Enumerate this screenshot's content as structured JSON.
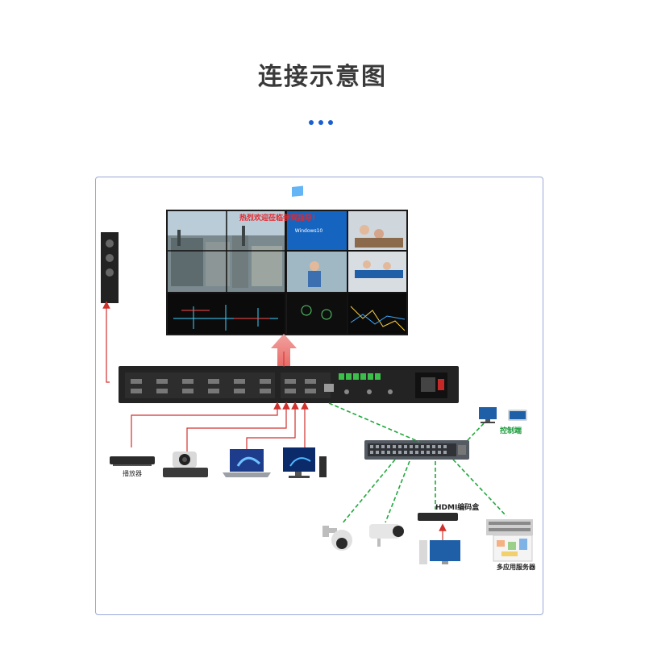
{
  "header": {
    "title": "连接示意图"
  },
  "video_wall": {
    "banner_text": "热烈欢迎莅临参观指导!",
    "windows_text": "Windows10"
  },
  "devices": {
    "player_label": "播放器",
    "control_label": "控制端",
    "encoder_label": "HDMI编码盒",
    "servers_label": "多应用服务器"
  },
  "colors": {
    "accent_blue": "#1a5fd0",
    "signal_red": "#d0312d",
    "network_green": "#1fa83a",
    "label_green": "#1a9a3a"
  }
}
